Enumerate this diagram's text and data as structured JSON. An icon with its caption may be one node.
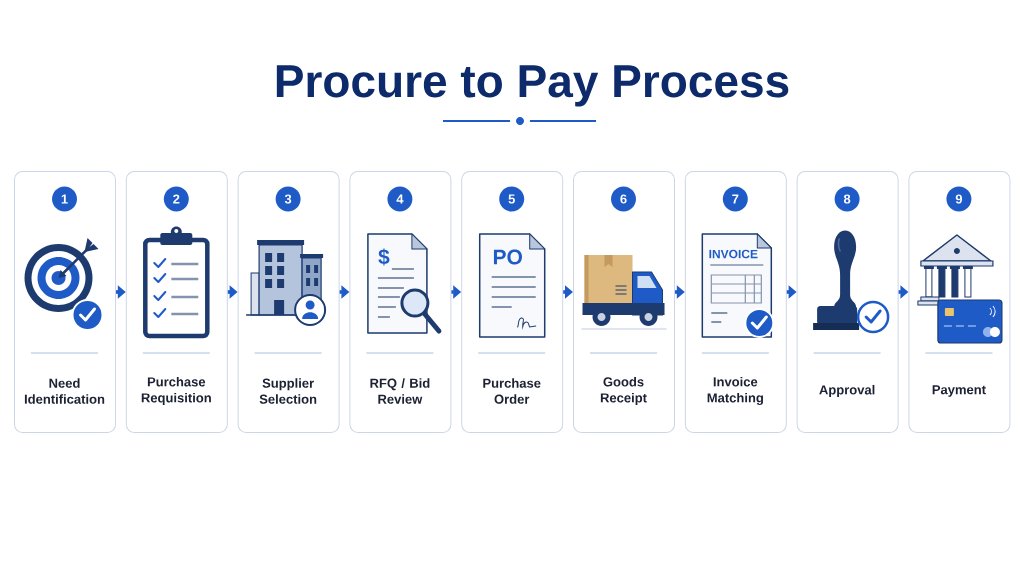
{
  "diagram": {
    "title": "Procure to Pay Process",
    "nodes": [
      {
        "text": [
          "Need Identification"
        ]
      },
      {
        "text": [
          "1"
        ],
        "in": 0
      },
      {
        "text": [
          "Purchase Requisition"
        ]
      },
      {
        "text": [
          "2"
        ],
        "in": 2
      },
      {
        "text": [
          "Supplier Selection"
        ]
      },
      {
        "text": [
          "3"
        ],
        "in": 4
      },
      {
        "text": [
          "RFQ / Bid Review"
        ]
      },
      {
        "text": [
          "4"
        ],
        "in": 6
      },
      {
        "text": [
          "Purchase Order"
        ]
      },
      {
        "text": [
          "5"
        ],
        "in": 8
      },
      {
        "text": [
          "Goods Receipt"
        ]
      },
      {
        "text": [
          "6"
        ],
        "in": 10
      },
      {
        "text": [
          "Invoice Matching"
        ]
      },
      {
        "text": [
          "7"
        ],
        "in": 12
      },
      {
        "text": [
          "Approval"
        ]
      },
      {
        "text": [
          "8"
        ],
        "in": 14
      },
      {
        "text": [
          "Payment"
        ]
      },
      {
        "text": [
          "9"
        ],
        "in": 16
      }
    ],
    "edges": [
      {
        "from": 0,
        "to": 2,
        "arrow": "to"
      },
      {
        "from": 2,
        "to": 4,
        "arrow": "to"
      },
      {
        "from": 4,
        "to": 6,
        "arrow": "to"
      },
      {
        "from": 6,
        "to": 8,
        "arrow": "to"
      },
      {
        "from": 8,
        "to": 10,
        "arrow": "to"
      },
      {
        "from": 10,
        "to": 12,
        "arrow": "to"
      },
      {
        "from": 12,
        "to": 14,
        "arrow": "to"
      },
      {
        "from": 14,
        "to": 16,
        "arrow": "to"
      }
    ],
    "labels": [
      "$",
      "PO",
      "INVOICE"
    ]
  }
}
